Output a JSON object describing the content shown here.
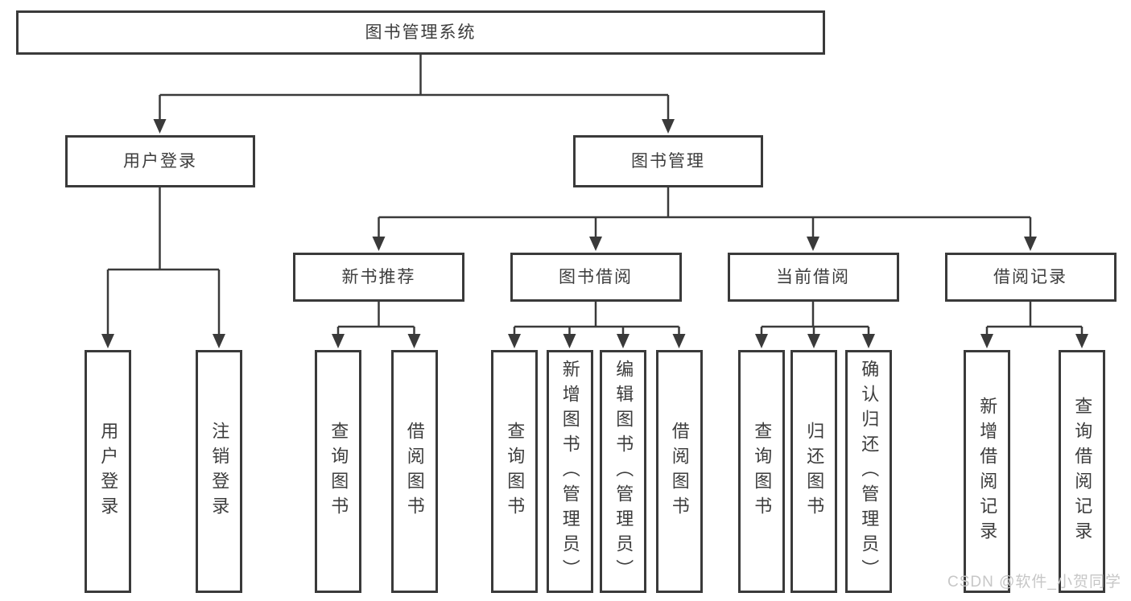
{
  "diagram": {
    "root": {
      "label": "图书管理系统"
    },
    "branches": [
      {
        "label": "用户登录",
        "children": [
          {
            "label": "用户登录"
          },
          {
            "label": "注销登录"
          }
        ]
      },
      {
        "label": "图书管理",
        "sections": [
          {
            "label": "新书推荐",
            "children": [
              {
                "label": "查询图书"
              },
              {
                "label": "借阅图书"
              }
            ]
          },
          {
            "label": "图书借阅",
            "children": [
              {
                "label": "查询图书"
              },
              {
                "label": "新增图书（管理员）"
              },
              {
                "label": "编辑图书（管理员）"
              },
              {
                "label": "借阅图书"
              }
            ]
          },
          {
            "label": "当前借阅",
            "children": [
              {
                "label": "查询图书"
              },
              {
                "label": "归还图书"
              },
              {
                "label": "确认归还（管理员）"
              }
            ]
          },
          {
            "label": "借阅记录",
            "children": [
              {
                "label": "新增借阅记录"
              },
              {
                "label": "查询借阅记录"
              }
            ]
          }
        ]
      }
    ]
  },
  "watermark": "CSDN @软件_小贺同学",
  "colors": {
    "line": "#3a3a3a",
    "text": "#3d3d3d",
    "background": "#ffffff",
    "watermark": "#c7c7c7"
  }
}
